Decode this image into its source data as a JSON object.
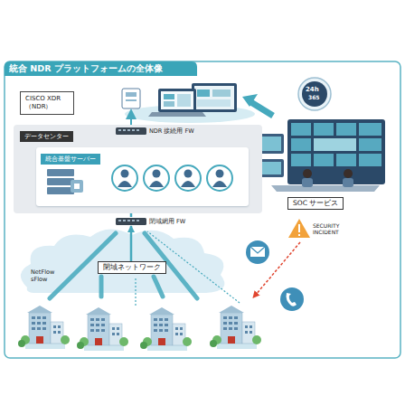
{
  "diagram": {
    "title": "統合 NDR プラットフォームの全体像",
    "nodes": [
      {
        "text": [
          "CISCO XDR（NDR）"
        ]
      },
      {
        "text": [
          "データセンター"
        ]
      },
      {
        "text": [
          "統合基盤サーバー"
        ],
        "in": 1
      },
      {
        "text": [
          "NDR 接続用 FW"
        ]
      },
      {
        "text": [
          "閉域網用 FW"
        ]
      },
      {
        "text": [
          "閉域ネットワーク"
        ]
      },
      {
        "text": [
          "SOC サービス"
        ]
      }
    ],
    "edges": [
      {
        "from": 5,
        "to": 4,
        "arrow": "to"
      },
      {
        "from": 4,
        "to": 2,
        "arrow": "to"
      },
      {
        "from": 2,
        "to": 3,
        "arrow": "to"
      }
    ],
    "labels": [
      "24h",
      "365",
      "NetFlow sFlow",
      "SECURITY INCIDENT"
    ]
  }
}
